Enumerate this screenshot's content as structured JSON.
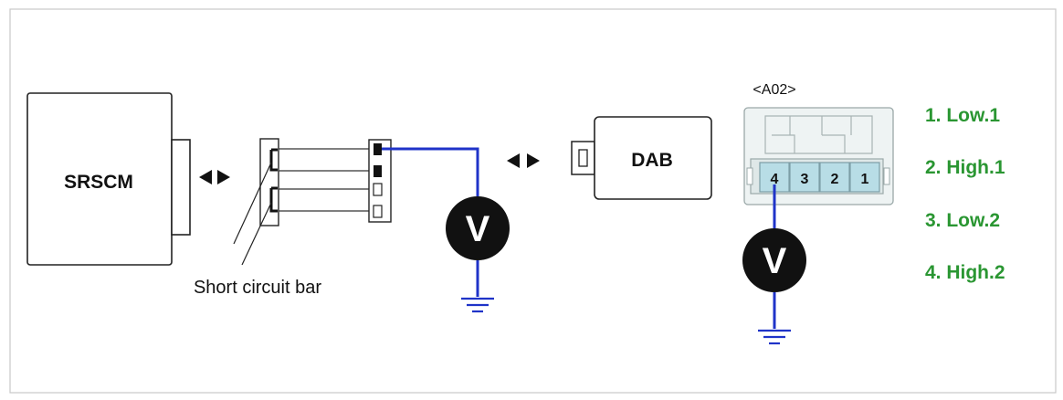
{
  "components": {
    "srscm": "SRSCM",
    "dab": "DAB",
    "short_bar": "Short circuit bar",
    "connector_code": "<A02>"
  },
  "meters": {
    "left_symbol": "V",
    "right_symbol": "V"
  },
  "connector_pins": [
    "4",
    "3",
    "2",
    "1"
  ],
  "legend": [
    "1. Low.1",
    "2. High.1",
    "3. Low.2",
    "4. High.2"
  ],
  "colors": {
    "wire": "#1f33c8",
    "legend_text": "#2a9632",
    "pin_fill": "#b8dde6",
    "connector_body": "#eef3f3"
  }
}
